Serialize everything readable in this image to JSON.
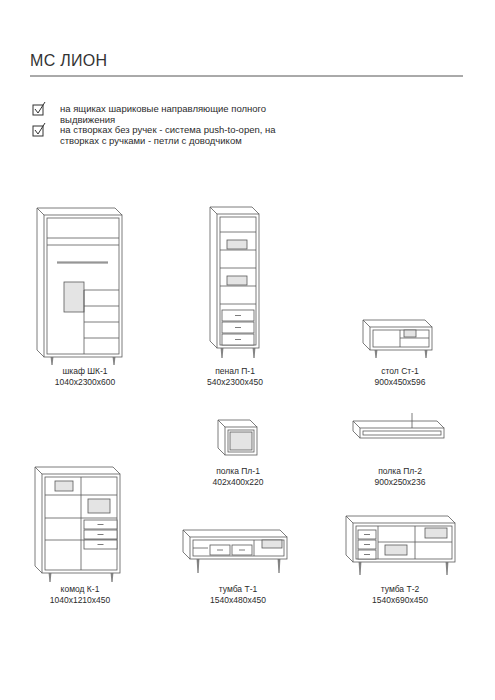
{
  "diagram": {
    "title": "МС ЛИОН",
    "labels": [
      "на ящиках шариковые направляющие полного выдвижения",
      "на створках без ручек - система push-to-open, на створках с ручками - петли с доводчиком",
      "шкаф ШК-1",
      "1040x2300x600",
      "пенал П-1",
      "540x2300x450",
      "стол Ст-1",
      "900x450x596",
      "полка Пл-1",
      "402x400x220",
      "полка Пл-2",
      "900x250x236",
      "комод К-1",
      "1040x1210x450",
      "тумба Т-1",
      "1540x480x450",
      "тумба Т-2",
      "1540x690x450"
    ]
  }
}
